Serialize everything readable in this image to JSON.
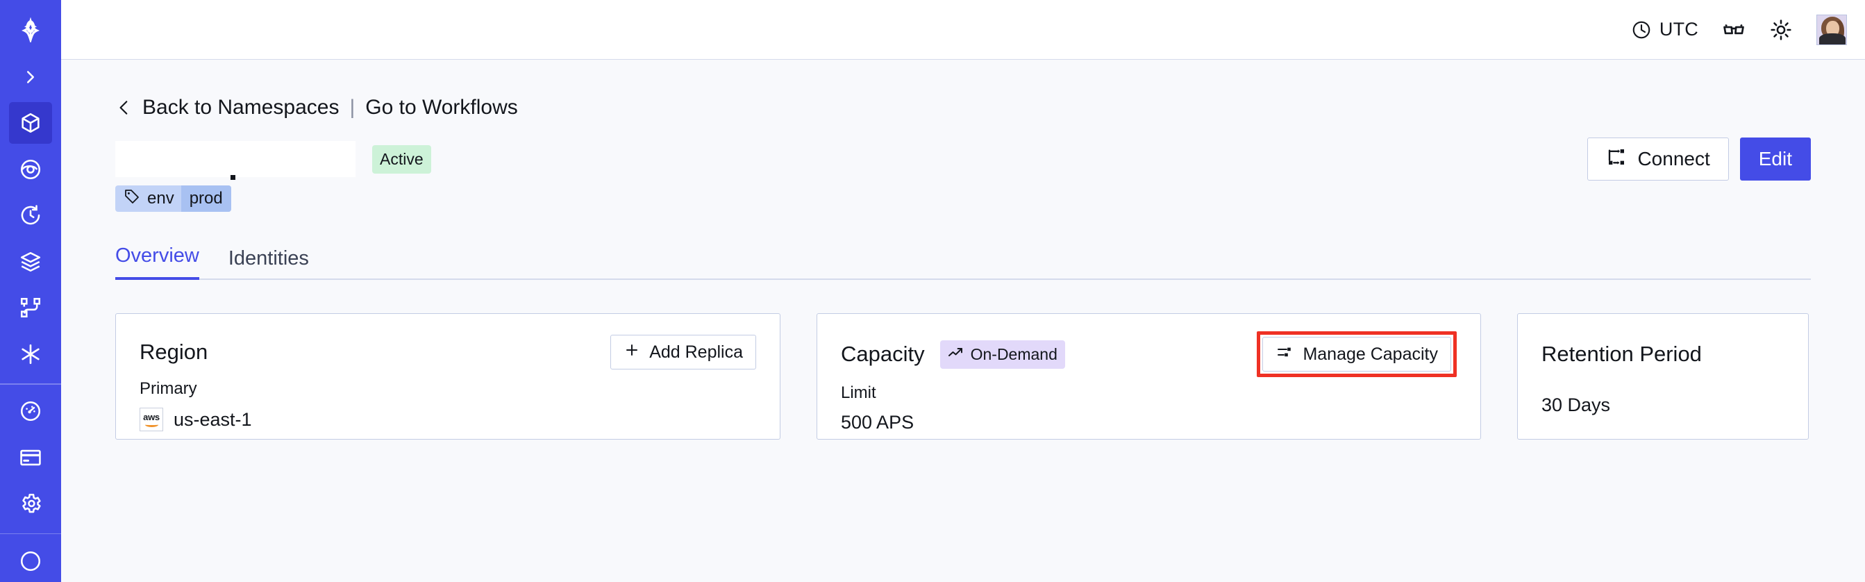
{
  "sidebar": {
    "logo_icon": "temporal-star-logo",
    "items": [
      {
        "icon": "chevron-right-icon",
        "name": "expand-sidebar",
        "active": false
      },
      {
        "icon": "cube-icon",
        "name": "namespaces",
        "active": true
      },
      {
        "icon": "eye-icon",
        "name": "observability",
        "active": false
      },
      {
        "icon": "history-clock-icon",
        "name": "schedules",
        "active": false
      },
      {
        "icon": "layers-icon",
        "name": "batch-operations",
        "active": false
      },
      {
        "icon": "workflow-graph-icon",
        "name": "workflows",
        "active": false
      },
      {
        "icon": "asterisk-icon",
        "name": "nexus",
        "active": false
      },
      {
        "icon": "gauge-icon",
        "name": "usage",
        "active": false
      },
      {
        "icon": "credit-card-icon",
        "name": "billing",
        "active": false
      },
      {
        "icon": "gear-icon",
        "name": "settings",
        "active": false
      }
    ]
  },
  "topbar": {
    "timezone_icon": "clock-icon",
    "timezone": "UTC",
    "glasses_icon": "glasses-icon",
    "theme_icon": "sun-icon",
    "avatar_icon": "user-avatar"
  },
  "breadcrumb": {
    "back_icon": "chevron-left-icon",
    "back_label": "Back to Namespaces",
    "separator": "|",
    "forward_label": "Go to Workflows"
  },
  "header": {
    "title": "",
    "title_redacted": true,
    "status_badge": "Active",
    "connect_icon": "connect-nodes-icon",
    "connect_label": "Connect",
    "edit_label": "Edit"
  },
  "tag": {
    "icon": "tag-icon",
    "key": "env",
    "value": "prod"
  },
  "tabs": [
    {
      "label": "Overview",
      "selected": true
    },
    {
      "label": "Identities",
      "selected": false
    }
  ],
  "cards": {
    "region": {
      "title": "Region",
      "action_icon": "plus-icon",
      "action_label": "Add Replica",
      "sub_label": "Primary",
      "provider_icon": "aws-icon",
      "provider_text": "aws",
      "value": "us-east-1"
    },
    "capacity": {
      "title": "Capacity",
      "badge_icon": "trend-up-arrow-icon",
      "badge_label": "On-Demand",
      "action_icon": "sliders-icon",
      "action_label": "Manage Capacity",
      "sub_label": "Limit",
      "value": "500 APS",
      "highlighted": true,
      "highlight_color": "#ef3124"
    },
    "retention": {
      "title": "Retention Period",
      "value": "30 Days"
    }
  },
  "colors": {
    "brand": "#444ce7",
    "sidebar_active": "#3538cd",
    "page_bg": "#f8f9fc",
    "card_border": "#c3cce4",
    "badge_active_bg": "#cdf2d8",
    "badge_ondemand_bg": "#e2d9fa",
    "tag_bg": "#c2d3f7",
    "tag_value_bg": "#a8c1f2",
    "highlight": "#ef3124"
  }
}
